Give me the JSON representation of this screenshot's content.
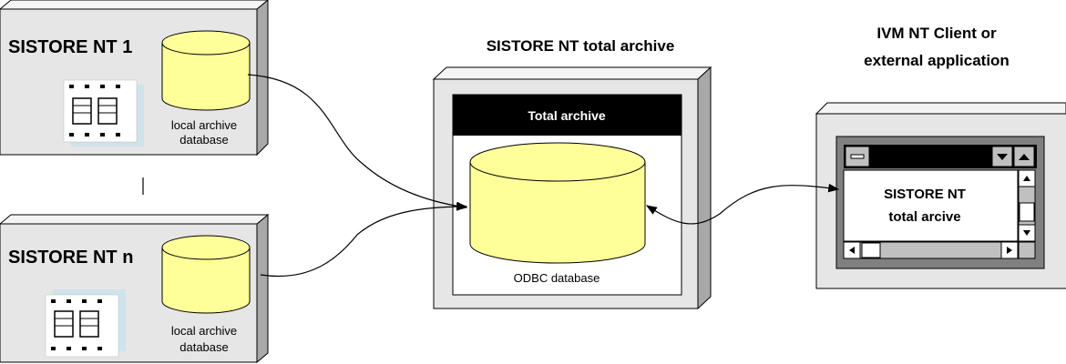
{
  "nodes": {
    "sistore_1": {
      "title": "SISTORE NT 1",
      "db_label_line1": "local archive",
      "db_label_line2": "database"
    },
    "sistore_n": {
      "title": "SISTORE NT n",
      "db_label_line1": "local archive",
      "db_label_line2": "database"
    },
    "total_archive": {
      "heading": "SISTORE NT total archive",
      "bar_label": "Total archive",
      "db_label": "ODBC database"
    },
    "client": {
      "heading_line1": "IVM NT Client or",
      "heading_line2": "external application",
      "window_line1": "SISTORE NT",
      "window_line2": "total arcive"
    }
  },
  "colors": {
    "panel_face": "#e6e6e6",
    "panel_shadow": "#a8a8a8",
    "panel_light": "#f4f4f4",
    "database_fill": "#ffff99",
    "title_bar": "#000000",
    "window_frame": "#808080",
    "window_client": "#ffffff",
    "scrollbar": "#c0c0c0"
  }
}
